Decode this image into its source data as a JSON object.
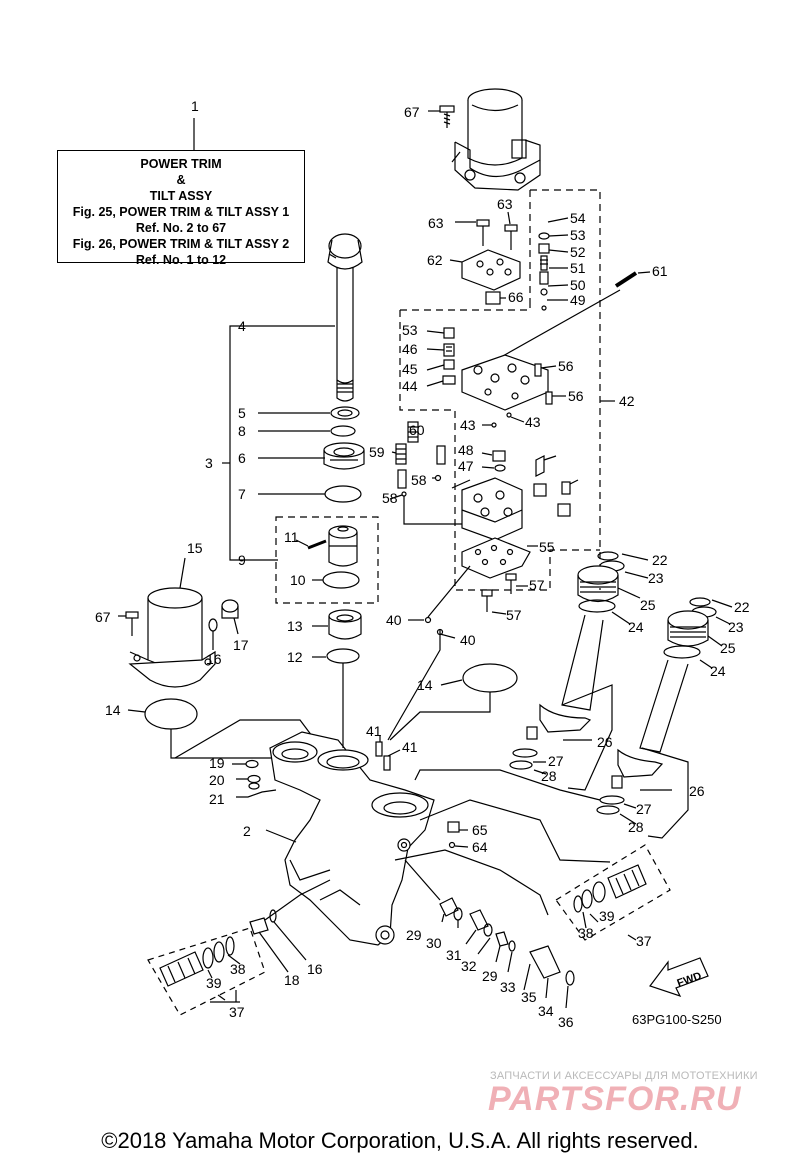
{
  "info_box": {
    "line1": "POWER TRIM",
    "line2": "&",
    "line3": "TILT ASSY",
    "line4": "Fig. 25, POWER TRIM & TILT ASSY 1",
    "line5": "Ref. No. 2 to 67",
    "line6": "Fig. 26, POWER TRIM & TILT ASSY 2",
    "line7": "Ref. No. 1 to 12"
  },
  "diagram_code": "63PG100-S250",
  "fwd_label": "FWD",
  "footer": "©2018 Yamaha Motor Corporation, U.S.A. All rights reserved.",
  "watermark": {
    "small": "ЗАПЧАСТИ И АКСЕССУАРЫ ДЛЯ МОТОТЕХНИКИ",
    "big": "PARTSFOR.RU"
  },
  "part_labels": [
    "1",
    "67",
    "63",
    "63",
    "54",
    "53",
    "52",
    "51",
    "50",
    "49",
    "61",
    "62",
    "66",
    "53",
    "46",
    "45",
    "44",
    "56",
    "56",
    "42",
    "43",
    "43",
    "4",
    "5",
    "8",
    "6",
    "3",
    "60",
    "59",
    "48",
    "47",
    "58",
    "58",
    "7",
    "11",
    "9",
    "10",
    "55",
    "22",
    "23",
    "25",
    "24",
    "22",
    "23",
    "25",
    "24",
    "15",
    "67",
    "16",
    "17",
    "13",
    "12",
    "40",
    "40",
    "57",
    "57",
    "14",
    "14",
    "41",
    "41",
    "26",
    "27",
    "28",
    "26",
    "27",
    "28",
    "19",
    "20",
    "21",
    "2",
    "65",
    "64",
    "29",
    "30",
    "31",
    "32",
    "29",
    "33",
    "35",
    "34",
    "36",
    "39",
    "38",
    "37",
    "39",
    "38",
    "37",
    "18",
    "16"
  ]
}
